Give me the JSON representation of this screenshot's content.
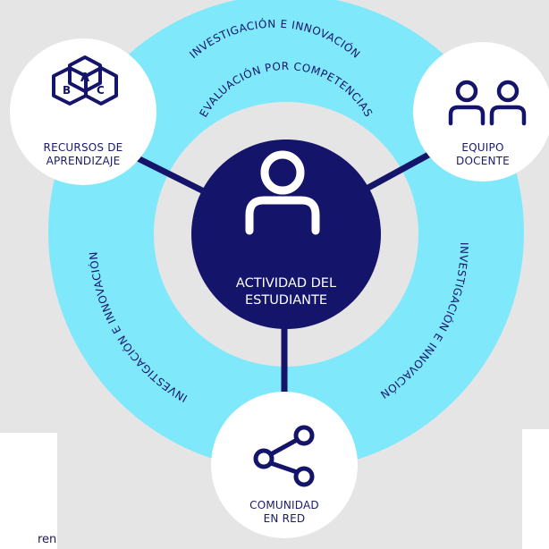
{
  "colors": {
    "background": "#e5e5e6",
    "outer_ring": "#7fe8fb",
    "inner_ring": "#e5e5e6",
    "center": "#14146b",
    "connector": "#14146b",
    "node": "#ffffff",
    "text_dark": "#1a1a6e"
  },
  "outer_ring": {
    "label_top": "INVESTIGACIÓN E INNOVACIÓN",
    "label_right": "INVESTIGACIÓN E INNOVACIÓN",
    "label_left": "INVESTIGACIÓN E INNOVACIÓN"
  },
  "inner_ring": {
    "label": "EVALUACIÓN POR COMPETENCIAS"
  },
  "center": {
    "icon": "person-icon",
    "line1": "ACTIVIDAD DEL",
    "line2": "ESTUDIANTE"
  },
  "nodes": {
    "resources": {
      "icon": "abc-blocks-icon",
      "line1": "RECURSOS DE",
      "line2": "APRENDIZAJE"
    },
    "team": {
      "icon": "two-people-icon",
      "line1": "EQUIPO",
      "line2": "DOCENTE"
    },
    "community": {
      "icon": "share-network-icon",
      "line1": "COMUNIDAD",
      "line2": "EN RED"
    }
  },
  "left_card": {
    "text_fragment": "ren"
  }
}
